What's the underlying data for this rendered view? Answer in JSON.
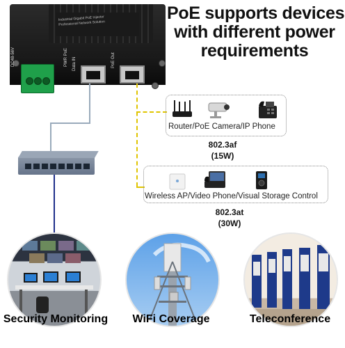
{
  "headline": {
    "line1": "PoE supports devices",
    "line2": "with different power",
    "line3": "requirements"
  },
  "device": {
    "label_lines": [
      "Industrial Gigabit PoE Injector",
      "Professional Network Solution"
    ],
    "port_labels": {
      "dc_in": "DC48-56V",
      "pwr_poe": "PWR PoE",
      "data_in": "Data IN",
      "poe_out": "PoE Out"
    }
  },
  "groups": [
    {
      "caption": "Router/PoE Camera/IP Phone",
      "standard": "802.3af",
      "power": "(15W)"
    },
    {
      "caption": "Wireless AP/Video Phone/Visual Storage Control",
      "standard": "802.3at",
      "power": "(30W)"
    }
  ],
  "applications": [
    {
      "caption": "Security Monitoring"
    },
    {
      "caption": "WiFi Coverage"
    },
    {
      "caption": "Teleconference"
    }
  ],
  "colors": {
    "cable_blue": "#1f2f8a",
    "cable_dash_yellow": "#e0c400",
    "terminal_green": "#1fa04a",
    "device_black": "#111111"
  }
}
